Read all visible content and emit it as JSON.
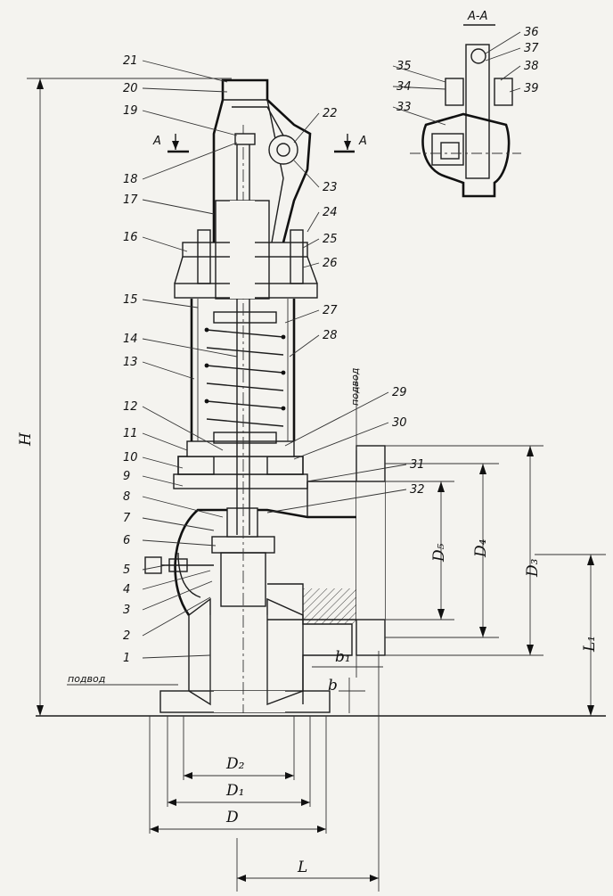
{
  "section": {
    "title": "A-A",
    "marker": "A"
  },
  "part_labels": [
    "1",
    "2",
    "3",
    "4",
    "5",
    "6",
    "7",
    "8",
    "9",
    "10",
    "11",
    "12",
    "13",
    "14",
    "15",
    "16",
    "17",
    "18",
    "19",
    "20",
    "21",
    "22",
    "23",
    "24",
    "25",
    "26",
    "27",
    "28",
    "29",
    "30",
    "31",
    "32",
    "33",
    "34",
    "35",
    "36",
    "37",
    "38",
    "39"
  ],
  "dimensions": {
    "H": "H",
    "D": "D",
    "D1": "D₁",
    "D2": "D₂",
    "D3": "D₃",
    "D4": "D₄",
    "D5": "D₅",
    "L": "L",
    "L1": "L₁",
    "b": "b",
    "b1": "b₁"
  },
  "notes": {
    "weld_mark": "подвод"
  }
}
